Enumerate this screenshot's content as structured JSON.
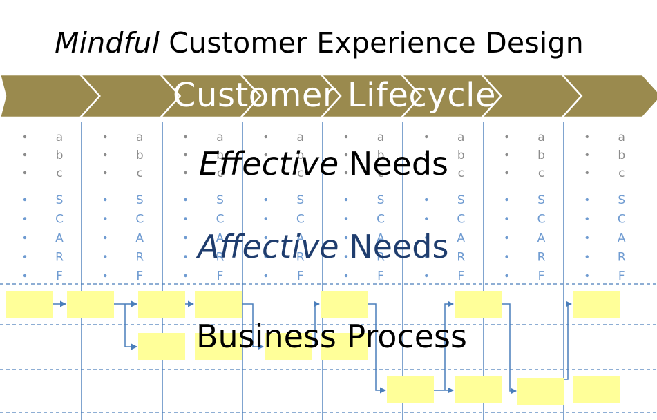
{
  "title": {
    "em": "Mindful",
    "rest": " Customer Experience Design"
  },
  "lifecycle": {
    "label": "Customer Lifecycle"
  },
  "effective": {
    "em": "Effective",
    "rest": " Needs"
  },
  "affective": {
    "em": "Affective",
    "rest": " Needs"
  },
  "business": {
    "label": "Business Process"
  },
  "stage_count": 8,
  "effective_bullets": [
    "a",
    "b",
    "c"
  ],
  "affective_bullets": [
    "S",
    "C",
    "A",
    "R",
    "F"
  ],
  "colors": {
    "chevron": "#9a8a4e",
    "column_line": "#4a7ebb",
    "lane_line": "#4a7ebb",
    "box_fill": "#ffff99",
    "effective_bullet_text": "#8c8c8c",
    "affective_bullet_text": "#6f9bd1",
    "affective_title": "#1f3d6e"
  }
}
